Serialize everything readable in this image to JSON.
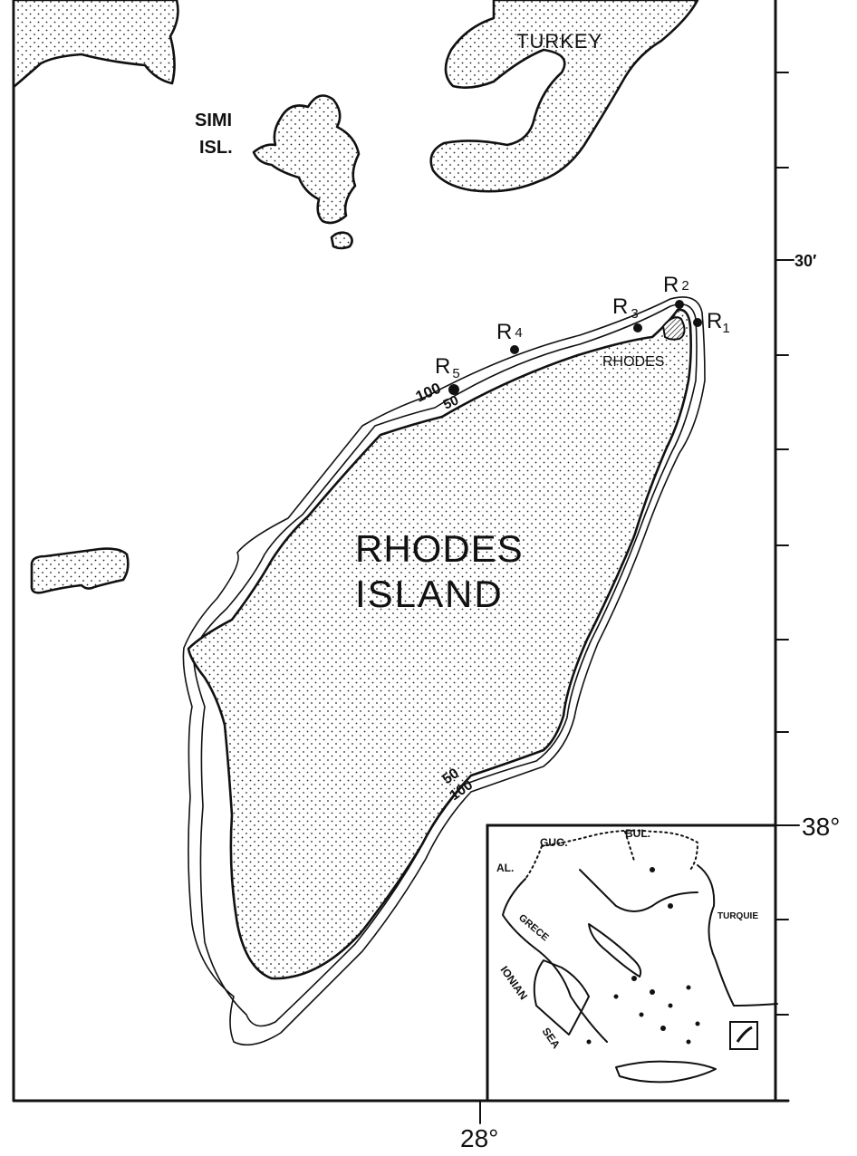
{
  "place_labels": {
    "turkey": "TURKEY",
    "simi_line1": "SIMI",
    "simi_line2": "ISL.",
    "rhodes_town": "RHODES",
    "island_line1": "RHODES",
    "island_line2": "ISLAND"
  },
  "contours": {
    "north_100": "100",
    "north_50": "50",
    "south_50": "50",
    "south_100": "100"
  },
  "stations": [
    {
      "letter": "R",
      "sub": "1"
    },
    {
      "letter": "R",
      "sub": "2"
    },
    {
      "letter": "R",
      "sub": "3"
    },
    {
      "letter": "R",
      "sub": "4"
    },
    {
      "letter": "R",
      "sub": "5"
    }
  ],
  "axis_labels": {
    "lat_30": "30′",
    "lat_38": "38°",
    "lon_28": "28°"
  },
  "inset": {
    "gug": "GUG.",
    "bul": "BUL.",
    "al": "AL.",
    "grece": "GRECE",
    "turquie": "TURQUIE",
    "ionian": "IONIAN",
    "sea": "SEA"
  },
  "colors": {
    "ink": "#111111",
    "paper": "#ffffff"
  }
}
